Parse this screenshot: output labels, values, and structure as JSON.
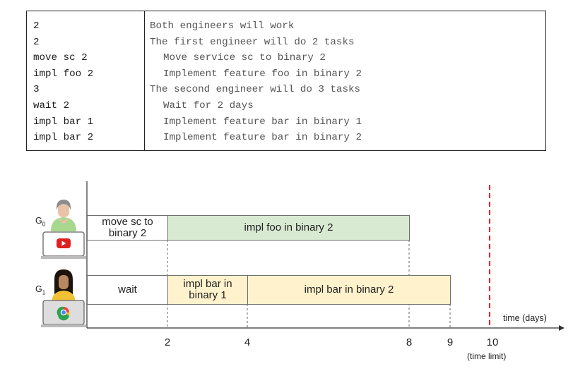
{
  "code": {
    "input_lines": [
      "2",
      "2",
      "move sc 2",
      "impl foo 2",
      "3",
      "wait 2",
      "impl bar 1",
      "impl bar 2"
    ],
    "explanation_lines": [
      {
        "text": "Both engineers will work",
        "indent": false
      },
      {
        "text": "The first engineer will do 2 tasks",
        "indent": false
      },
      {
        "text": "Move service sc to binary 2",
        "indent": true
      },
      {
        "text": "Implement feature foo in binary 2",
        "indent": true
      },
      {
        "text": "The second engineer will do 3 tasks",
        "indent": false
      },
      {
        "text": "Wait for 2 days",
        "indent": true
      },
      {
        "text": "Implement feature bar in binary 1",
        "indent": true
      },
      {
        "text": "Implement feature bar in binary 2",
        "indent": true
      }
    ]
  },
  "schedule": {
    "axis_title": "time (days)",
    "time_limit": 10,
    "time_limit_note": "(time limit)",
    "ticks": [
      "2",
      "4",
      "8",
      "9",
      "10"
    ],
    "engineers": [
      {
        "label": "G",
        "sub": "0",
        "avatar_icon": "man-avatar-icon",
        "app_icon": "youtube-icon",
        "tasks": [
          {
            "label": "move sc to binary 2",
            "line1": "move sc to",
            "line2": "binary 2",
            "start": 0,
            "end": 2,
            "color": "#ffffff"
          },
          {
            "label": "impl foo in binary 2",
            "start": 2,
            "end": 8,
            "color": "#d9ead3"
          }
        ]
      },
      {
        "label": "G",
        "sub": "1",
        "avatar_icon": "woman-avatar-icon",
        "app_icon": "chrome-icon",
        "tasks": [
          {
            "label": "wait",
            "start": 0,
            "end": 2,
            "color": "#ffffff"
          },
          {
            "label": "impl bar in binary 1",
            "line1": "impl bar in",
            "line2": "binary 1",
            "start": 2,
            "end": 4,
            "color": "#fff2cc"
          },
          {
            "label": "impl bar in binary 2",
            "start": 4,
            "end": 9,
            "color": "#fff2cc"
          }
        ]
      }
    ],
    "colors": {
      "time_limit_line": "#ff0000",
      "wait": "#ffffff",
      "g0_work": "#d9ead3",
      "g1_work": "#fff2cc"
    }
  }
}
